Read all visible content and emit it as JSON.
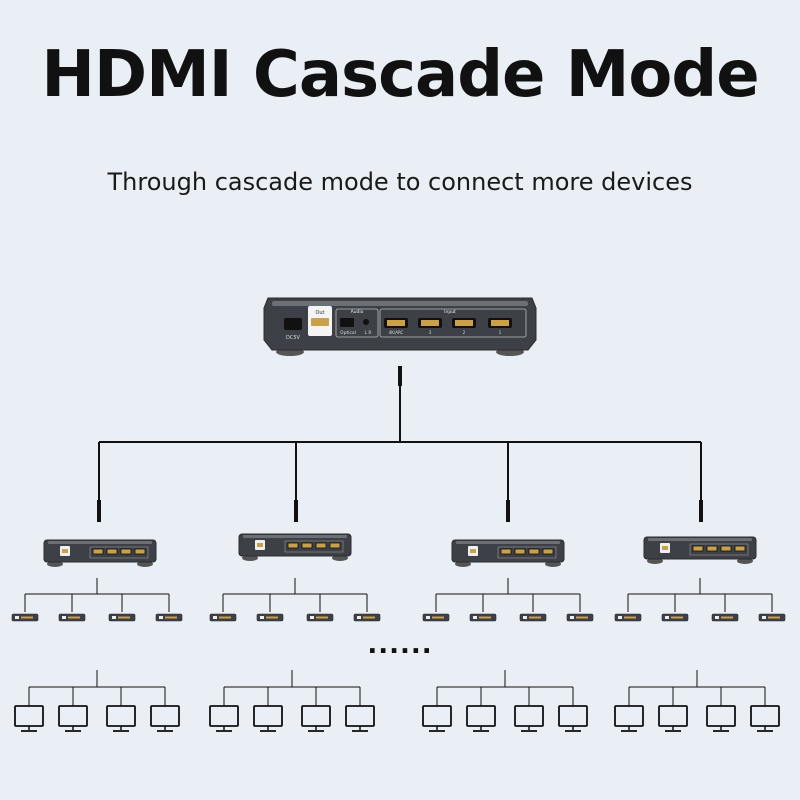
{
  "title": "HDMI Cascade Mode",
  "subtitle": "Through cascade mode to connect more devices",
  "ellipsis": "......",
  "main_device": {
    "port_labels": [
      "DC5V",
      "Optical",
      "L R",
      "4K/ARC",
      "3",
      "2",
      "1"
    ],
    "header_labels": [
      "Out",
      "Audio",
      "Input"
    ]
  },
  "colors": {
    "background": "#e9eff5",
    "line": "#111111",
    "device_body": "#3a3d42",
    "port_gold": "#c9a14a"
  }
}
